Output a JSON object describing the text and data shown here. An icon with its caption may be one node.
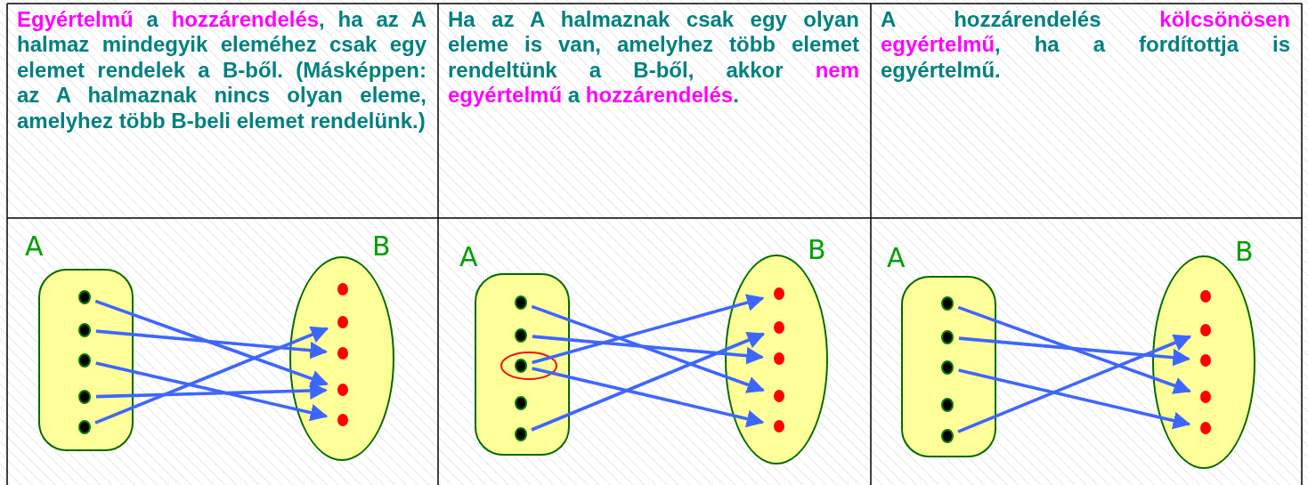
{
  "diagram": {
    "nodes": [
      {
        "text": [
          "**Egyértelmű** a **hozzárendelés**, ha az A halmaz mindegyik eleméhez csak egy elemet rendelek a B-ből. (Másképpen: az A halmaznak nincs olyan eleme, amelyhez több B-beli elemet rendelünk.)"
        ]
      },
      {
        "text": [
          "Ha az A halmaznak csak egy olyan eleme is van, amelyhez több elemet rendeltünk a B-ből, akkor **nem egyértelmű** a **hozzárendelés**."
        ]
      },
      {
        "text": [
          "A hozzárendelés **kölcsönösen egyértelmű**, ha a fordítottja is egyértelmű."
        ]
      },
      {
        "text": [
          "A"
        ]
      },
      {
        "text": [],
        "shape": "circle",
        "in": 3
      },
      {
        "text": [],
        "shape": "circle",
        "in": 3
      },
      {
        "text": [],
        "shape": "circle",
        "in": 3
      },
      {
        "text": [],
        "shape": "circle",
        "in": 3
      },
      {
        "text": [],
        "shape": "circle",
        "in": 3
      },
      {
        "text": [
          "B"
        ]
      },
      {
        "text": [],
        "shape": "circle",
        "in": 9
      },
      {
        "text": [],
        "shape": "circle",
        "in": 9
      },
      {
        "text": [],
        "shape": "circle",
        "in": 9
      },
      {
        "text": [],
        "shape": "circle",
        "in": 9
      },
      {
        "text": [],
        "shape": "circle",
        "in": 9
      },
      {
        "text": [
          "A"
        ]
      },
      {
        "text": [],
        "shape": "circle",
        "in": 15
      },
      {
        "text": [],
        "shape": "circle",
        "in": 15
      },
      {
        "text": [],
        "shape": "circle",
        "in": 15
      },
      {
        "text": [],
        "shape": "circle",
        "in": 15
      },
      {
        "text": [],
        "shape": "circle",
        "in": 15
      },
      {
        "text": [
          "B"
        ]
      },
      {
        "text": [],
        "shape": "circle",
        "in": 21
      },
      {
        "text": [],
        "shape": "circle",
        "in": 21
      },
      {
        "text": [],
        "shape": "circle",
        "in": 21
      },
      {
        "text": [],
        "shape": "circle",
        "in": 21
      },
      {
        "text": [],
        "shape": "circle",
        "in": 21
      },
      {
        "text": [
          "A"
        ]
      },
      {
        "text": [],
        "shape": "circle",
        "in": 27
      },
      {
        "text": [],
        "shape": "circle",
        "in": 27
      },
      {
        "text": [],
        "shape": "circle",
        "in": 27
      },
      {
        "text": [],
        "shape": "circle",
        "in": 27
      },
      {
        "text": [],
        "shape": "circle",
        "in": 27
      },
      {
        "text": [
          "B"
        ]
      },
      {
        "text": [],
        "shape": "circle",
        "in": 33
      },
      {
        "text": [],
        "shape": "circle",
        "in": 33
      },
      {
        "text": [],
        "shape": "circle",
        "in": 33
      },
      {
        "text": [],
        "shape": "circle",
        "in": 33
      },
      {
        "text": [],
        "shape": "circle",
        "in": 33
      }
    ],
    "edges": [
      {
        "from": 4,
        "to": 13,
        "arrow": "to"
      },
      {
        "from": 5,
        "to": 12,
        "arrow": "to"
      },
      {
        "from": 6,
        "to": 14,
        "arrow": "to"
      },
      {
        "from": 7,
        "to": 13,
        "arrow": "to"
      },
      {
        "from": 8,
        "to": 11,
        "arrow": "to"
      },
      {
        "from": 16,
        "to": 25,
        "arrow": "to"
      },
      {
        "from": 17,
        "to": 24,
        "arrow": "to"
      },
      {
        "from": 18,
        "to": 22,
        "arrow": "to"
      },
      {
        "from": 18,
        "to": 26,
        "arrow": "to"
      },
      {
        "from": 20,
        "to": 23,
        "arrow": "to"
      },
      {
        "from": 28,
        "to": 37,
        "arrow": "to"
      },
      {
        "from": 29,
        "to": 36,
        "arrow": "to"
      },
      {
        "from": 30,
        "to": 38,
        "arrow": "to"
      },
      {
        "from": 32,
        "to": 35,
        "arrow": "to"
      }
    ]
  }
}
